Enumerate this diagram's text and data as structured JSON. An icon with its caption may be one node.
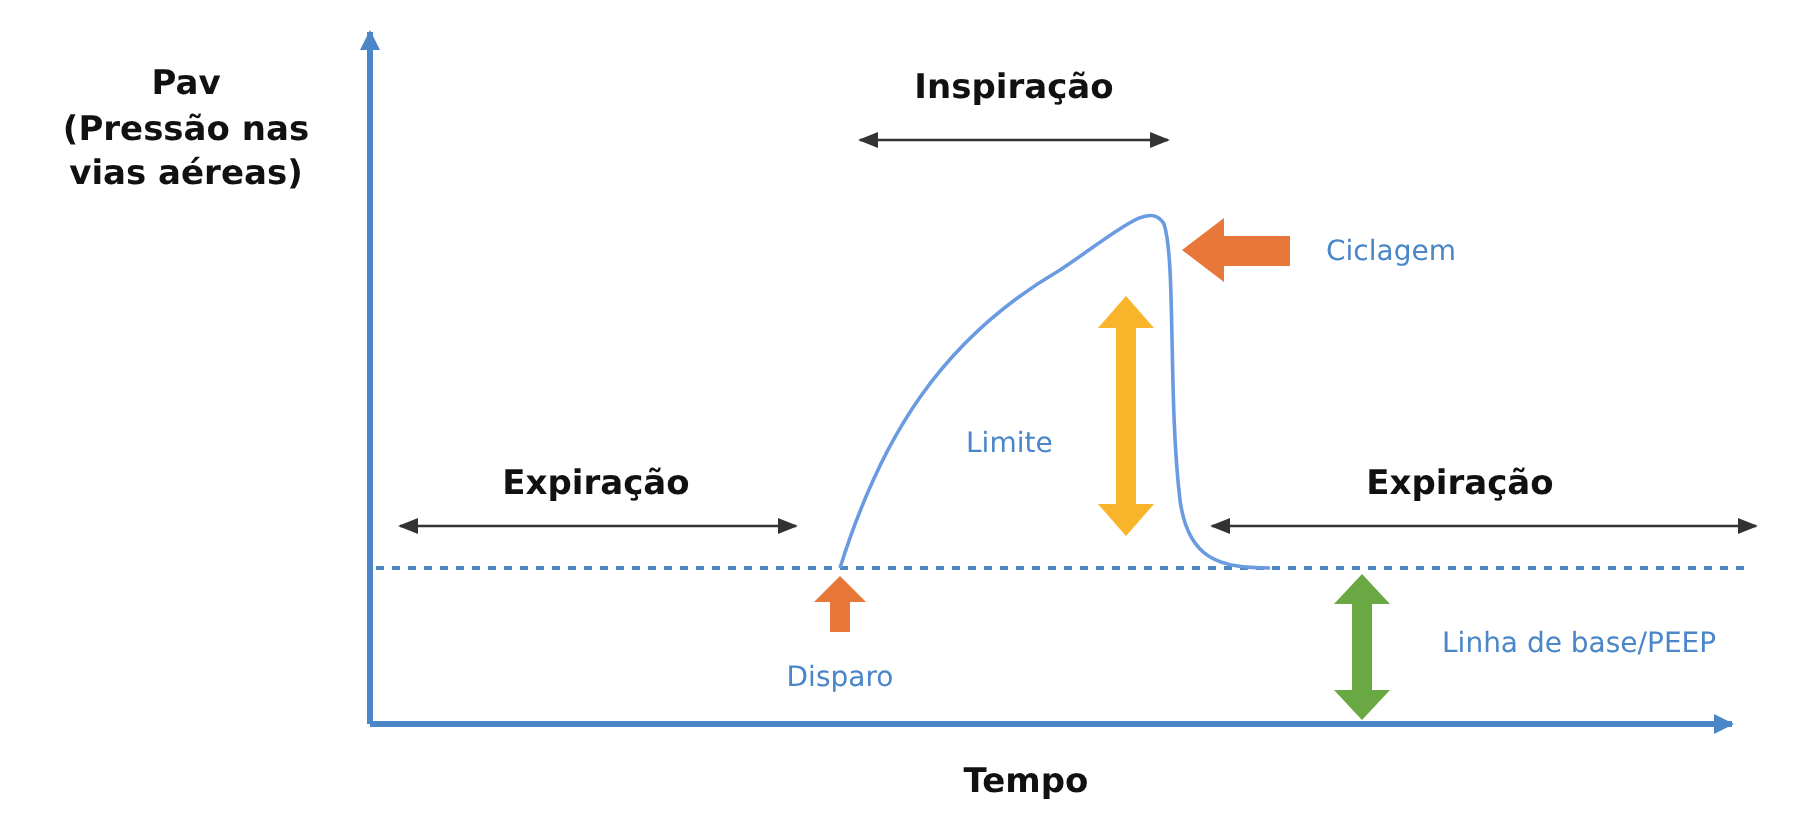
{
  "diagram": {
    "labels": [
      "Pav",
      "(Pressão nas vias aéreas)",
      "Inspiração",
      "Ciclagem",
      "Limite",
      "Expiração",
      "Expiração",
      "Linha de base/PEEP",
      "Disparo",
      "Tempo"
    ]
  }
}
